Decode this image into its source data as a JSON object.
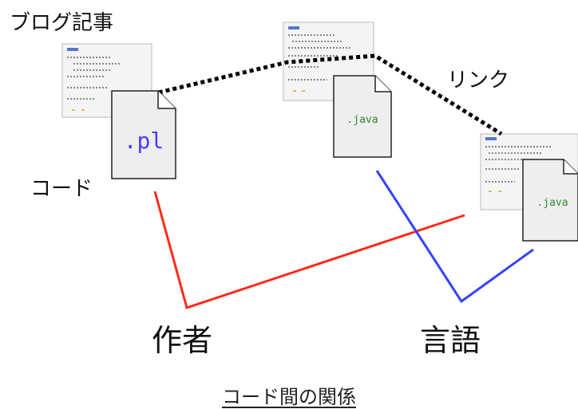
{
  "labels": {
    "blog_article": "ブログ記事",
    "code": "コード",
    "link": "リンク",
    "author": "作者",
    "language": "言語"
  },
  "files": [
    {
      "extension": ".pl",
      "color": "#4a3cff"
    },
    {
      "extension": ".java",
      "color": "#2e8b2e"
    },
    {
      "extension": ".java",
      "color": "#2e8b2e"
    }
  ],
  "caption": "コード間の関係",
  "colors": {
    "author_line": "#ff2a1a",
    "language_line": "#3344ff",
    "link_line": "#000000",
    "page_background": "#f4f4f4",
    "file_background": "#eeeeee"
  }
}
